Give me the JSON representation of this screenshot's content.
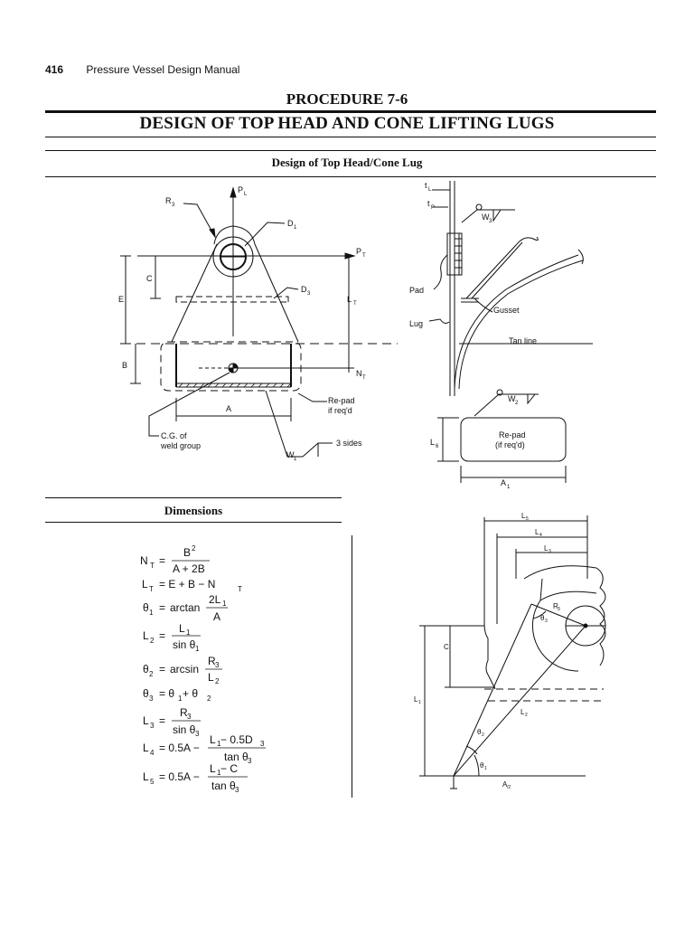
{
  "header": {
    "page_number": "416",
    "book_title": "Pressure Vessel Design Manual"
  },
  "procedure": "PROCEDURE 7-6",
  "title": "DESIGN OF TOP HEAD AND CONE LIFTING LUGS",
  "subtitle": "Design of Top Head/Cone Lug",
  "fig1": {
    "labels": {
      "PL": "P",
      "PL_sub": "L",
      "R3": "R",
      "R3_sub": "3",
      "D1": "D",
      "D1_sub": "1",
      "PT": "P",
      "PT_sub": "T",
      "C": "C",
      "E": "E",
      "D3": "D",
      "D3_sub": "3",
      "LT": "L",
      "LT_sub": "T",
      "B": "B",
      "NT": "N",
      "NT_sub": "T",
      "A": "A",
      "repad1": "Re-pad",
      "repad2": "if req'd",
      "cg1": "C.G. of",
      "cg2": "weld group",
      "W1": "W",
      "W1_sub": "1",
      "sides": "3 sides"
    }
  },
  "fig2": {
    "labels": {
      "tL": "t",
      "tL_sub": "L",
      "tP": "t",
      "tP_sub": "P",
      "W3": "W",
      "W3_sub": "3",
      "pad": "Pad",
      "gusset": "Gusset",
      "lug": "Lug",
      "tanline": "Tan line",
      "W2": "W",
      "W2_sub": "2",
      "L6": "L",
      "L6_sub": "6",
      "repad1": "Re-pad",
      "repad2": "(if req'd)",
      "A1": "A",
      "A1_sub": "1"
    }
  },
  "dimensions_heading": "Dimensions",
  "equations": {
    "eq1": {
      "lhs": "N",
      "lhs_sub": "T",
      "num": "B",
      "num_sup": "2",
      "den": "A + 2B"
    },
    "eq2": {
      "text": "= E + B − N",
      "lhs": "L",
      "lhs_sub": "T",
      "tail_sub": "T"
    },
    "eq3": {
      "lhs": "θ",
      "lhs_sub": "1",
      "fn": "arctan",
      "num": "2L",
      "num_sub": "1",
      "den": "A"
    },
    "eq4": {
      "lhs": "L",
      "lhs_sub": "2",
      "num": "L",
      "num_sub": "1",
      "den": "sin θ",
      "den_sub": "1"
    },
    "eq5": {
      "lhs": "θ",
      "lhs_sub": "2",
      "fn": "arcsin",
      "num": "R",
      "num_sub": "3",
      "den": "L",
      "den_sub": "2"
    },
    "eq6": {
      "lhs": "θ",
      "lhs_sub": "3",
      "rhs": "= θ",
      "rhs_sub1": "1",
      "plus": " + θ",
      "rhs_sub2": "2"
    },
    "eq7": {
      "lhs": "L",
      "lhs_sub": "3",
      "num": "R",
      "num_sub": "3",
      "den": "sin θ",
      "den_sub": "3"
    },
    "eq8": {
      "lhs": "L",
      "lhs_sub": "4",
      "pre": "= 0.5A −",
      "num": "L",
      "num_sub": "1",
      "num_tail": " − 0.5D",
      "num_tail_sub": "3",
      "den": "tan θ",
      "den_sub": "3"
    },
    "eq9": {
      "lhs": "L",
      "lhs_sub": "5",
      "pre": "= 0.5A −",
      "num": "L",
      "num_sub": "1",
      "num_tail": " − C",
      "den": "tan θ",
      "den_sub": "3"
    }
  },
  "fig3": {
    "labels": {
      "L5": "L",
      "L5_sub": "5",
      "L4": "L",
      "L4_sub": "4",
      "L3": "L",
      "L3_sub": "3",
      "R3": "R",
      "R3_sub": "3",
      "th3": "θ",
      "th3_sub": "3",
      "C": "C",
      "L1": "L",
      "L1_sub": "1",
      "L2": "L",
      "L2_sub": "2",
      "th2": "θ",
      "th2_sub": "2",
      "th1": "θ",
      "th1_sub": "1",
      "A2": "A",
      "A2_sub": "/2"
    }
  }
}
